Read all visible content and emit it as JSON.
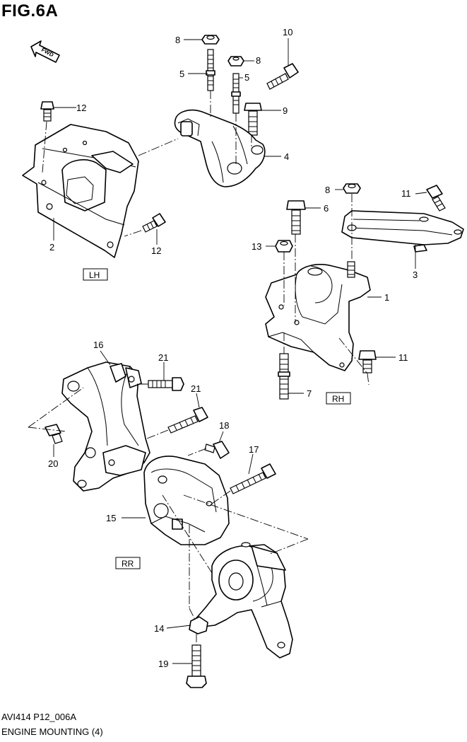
{
  "figure": {
    "title": "FIG.6A",
    "code": "AVI414 P12_006A",
    "caption": "ENGINE MOUNTING (4)"
  },
  "fwd_arrow": {
    "label": "FWD"
  },
  "groups": {
    "lh": "LH",
    "rh": "RH",
    "rr": "RR"
  },
  "callouts": {
    "c8a": "8",
    "c8b": "8",
    "c8c": "8",
    "c5a": "5",
    "c5b": "5",
    "c10": "10",
    "c9": "9",
    "c4": "4",
    "c12a": "12",
    "c12b": "12",
    "c2": "2",
    "c6": "6",
    "c11a": "11",
    "c11b": "11",
    "c13": "13",
    "c3": "3",
    "c1": "1",
    "c7": "7",
    "c16": "16",
    "c21a": "21",
    "c21b": "21",
    "c18": "18",
    "c17": "17",
    "c20": "20",
    "c15": "15",
    "c14": "14",
    "c19": "19"
  }
}
